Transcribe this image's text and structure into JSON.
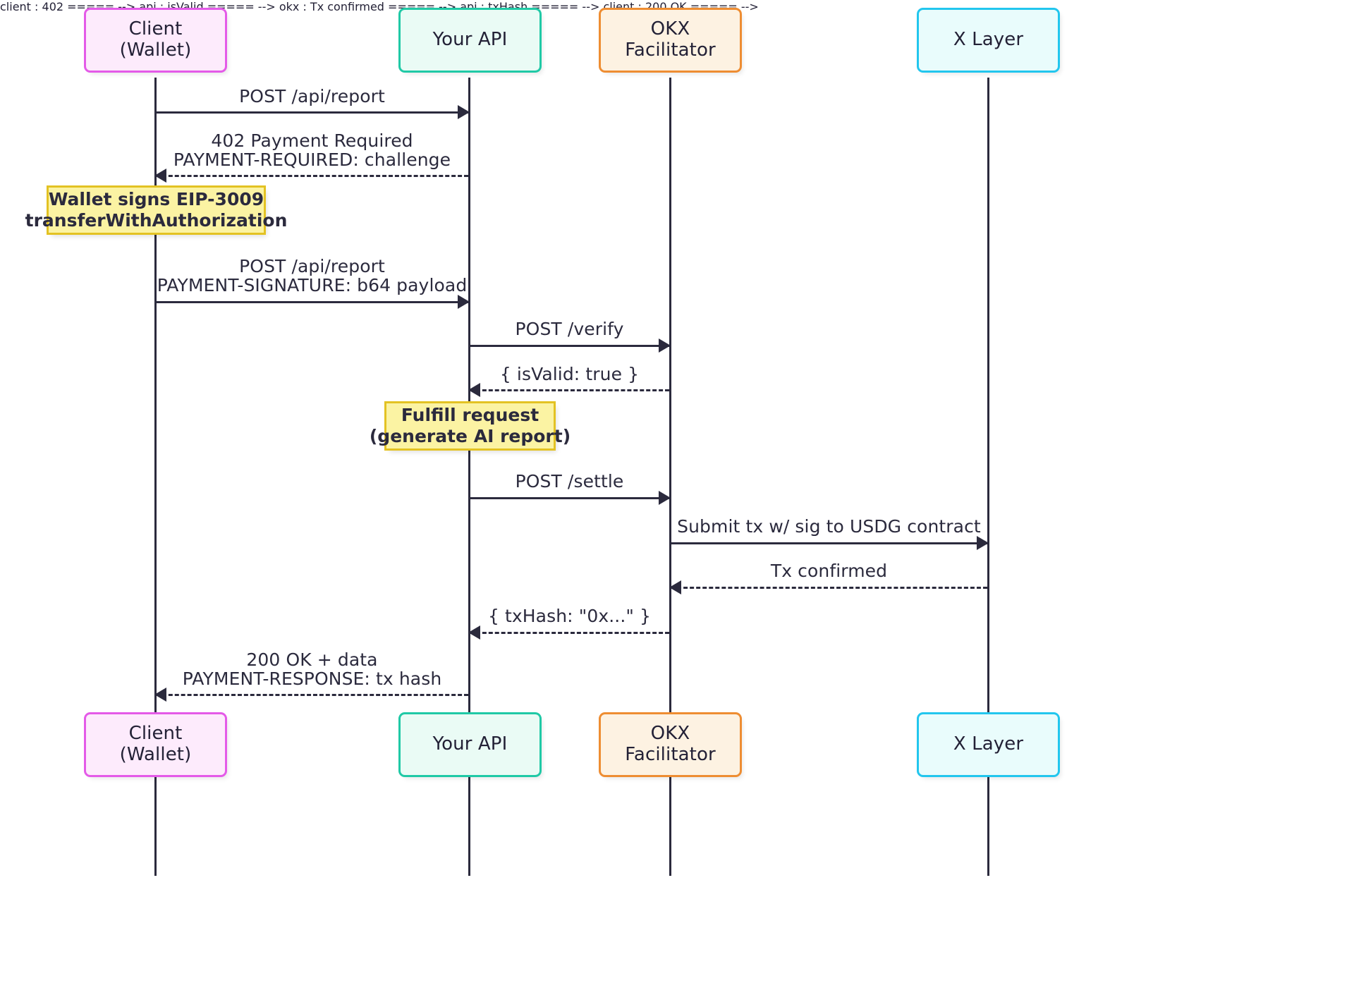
{
  "diagram": {
    "kind": "sequence-diagram",
    "title": "",
    "colors": {
      "line": "#2b2a3d",
      "note_fill": "#FBF3A3",
      "note_border": "#E3C223",
      "client_fill": "#FDEBFC",
      "client_border": "#E45AE8",
      "api_fill": "#EAFBF5",
      "api_border": "#20C9A6",
      "okx_fill": "#FDF2E2",
      "okx_border": "#EE8D32",
      "xlayer_fill": "#E9FCFC",
      "xlayer_border": "#22C6EE"
    }
  },
  "actors": [
    {
      "id": "client",
      "label": "Client (Wallet)"
    },
    {
      "id": "api",
      "label": "Your API"
    },
    {
      "id": "okx",
      "label": "OKX Facilitator"
    },
    {
      "id": "xlayer",
      "label": "X Layer"
    }
  ],
  "actors_bottom": [
    {
      "id": "client",
      "label": "Client (Wallet)"
    },
    {
      "id": "api",
      "label": "Your API"
    },
    {
      "id": "okx",
      "label": "OKX Facilitator"
    },
    {
      "id": "xlayer",
      "label": "X Layer"
    }
  ],
  "messages": [
    {
      "id": "m1",
      "from": "client",
      "to": "api",
      "style": "solid",
      "direction": "right",
      "label": "POST /api/report"
    },
    {
      "id": "m2",
      "from": "api",
      "to": "client",
      "style": "dashed",
      "direction": "left",
      "label": "402 Payment Required\nPAYMENT-REQUIRED: challenge"
    },
    {
      "id": "m3",
      "from": "client",
      "to": "api",
      "style": "solid",
      "direction": "right",
      "label": "POST /api/report\nPAYMENT-SIGNATURE: b64 payload"
    },
    {
      "id": "m4",
      "from": "api",
      "to": "okx",
      "style": "solid",
      "direction": "right",
      "label": "POST /verify"
    },
    {
      "id": "m5",
      "from": "okx",
      "to": "api",
      "style": "dashed",
      "direction": "left",
      "label": "{ isValid: true }"
    },
    {
      "id": "m6",
      "from": "api",
      "to": "okx",
      "style": "solid",
      "direction": "right",
      "label": "POST /settle"
    },
    {
      "id": "m7",
      "from": "okx",
      "to": "xlayer",
      "style": "solid",
      "direction": "right",
      "label": "Submit tx w/ sig to USDG contract"
    },
    {
      "id": "m8",
      "from": "xlayer",
      "to": "okx",
      "style": "dashed",
      "direction": "left",
      "label": "Tx confirmed"
    },
    {
      "id": "m9",
      "from": "okx",
      "to": "api",
      "style": "dashed",
      "direction": "left",
      "label": "{ txHash: \"0x...\" }"
    },
    {
      "id": "m10",
      "from": "api",
      "to": "client",
      "style": "dashed",
      "direction": "left",
      "label": "200 OK + data\nPAYMENT-RESPONSE: tx hash"
    }
  ],
  "notes": [
    {
      "id": "n1",
      "over": "client",
      "line1": "Wallet signs EIP-3009",
      "line2": "transferWithAuthorization"
    },
    {
      "id": "n2",
      "over": "api",
      "line1": "Fulfill request",
      "line2": "(generate AI report)"
    }
  ]
}
